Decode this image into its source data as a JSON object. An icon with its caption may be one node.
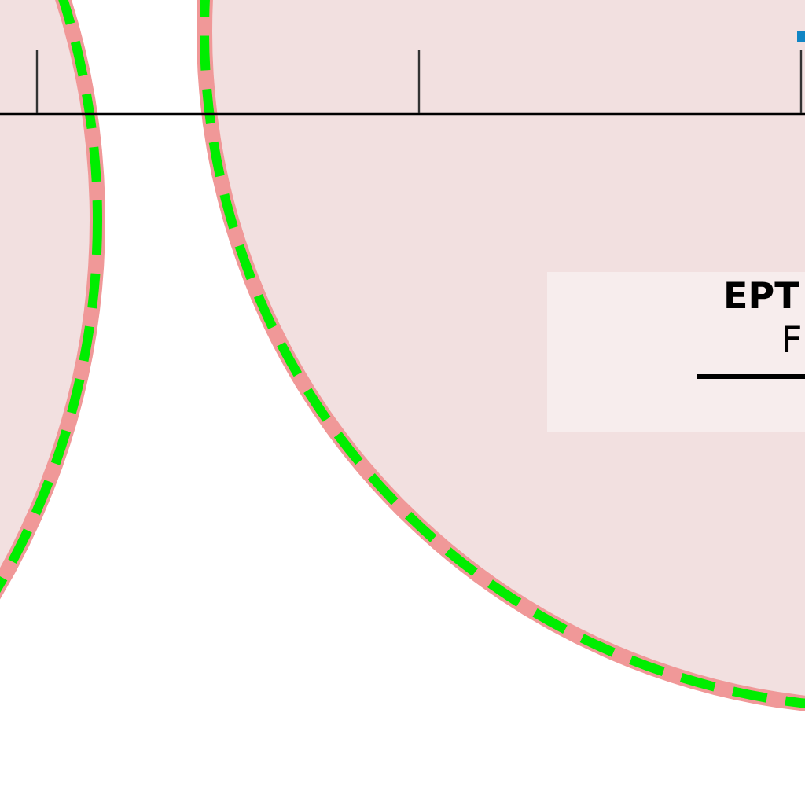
{
  "diagram": {
    "nodes": [
      {
        "text": [],
        "shape": "circle"
      },
      {
        "text": [],
        "shape": "circle"
      },
      {
        "text": [
          "EPT",
          "F"
        ],
        "in": 1
      }
    ]
  }
}
